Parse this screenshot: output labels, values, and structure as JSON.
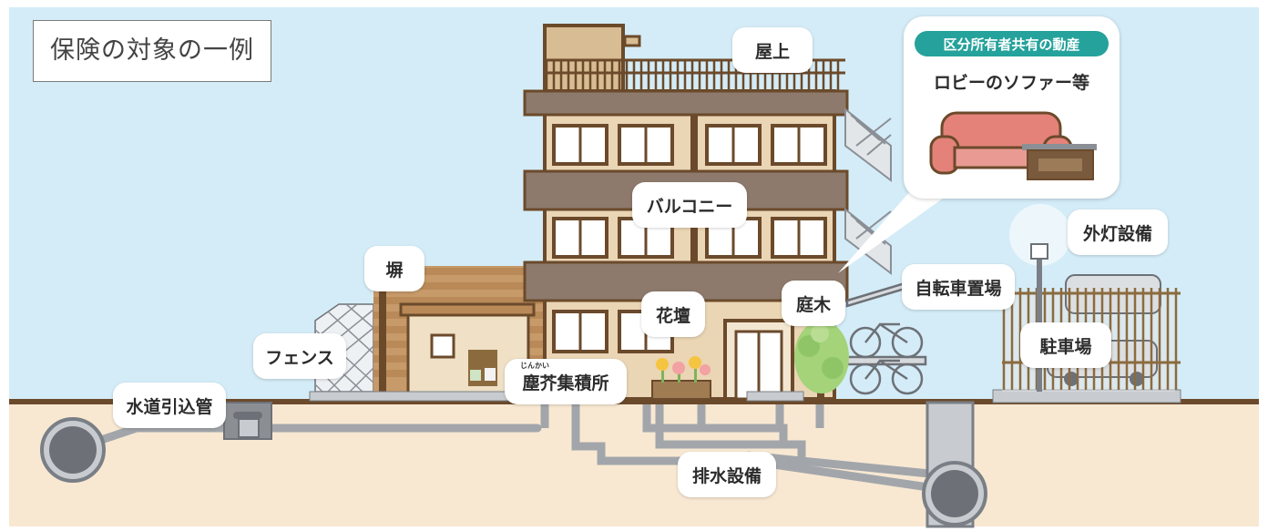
{
  "title": "保険の対象の一例",
  "labels": {
    "rooftop": "屋上",
    "balcony": "バルコニー",
    "wall": "塀",
    "fence": "フェンス",
    "flowerbed": "花壇",
    "garden_tree": "庭木",
    "bicycle_parking": "自転車置場",
    "outdoor_light": "外灯設備",
    "parking": "駐車場",
    "water_pipe": "水道引込管",
    "garbage_ruby": "じんかい",
    "garbage": "塵芥集積所",
    "drainage": "排水設備"
  },
  "callout": {
    "badge": "区分所有者共有の動産",
    "text": "ロビーのソファー等"
  },
  "colors": {
    "sky": "#d4ecf7",
    "ground": "#f8e8d2",
    "brown": "#6b4a2b",
    "wall": "#e9d4b5",
    "teal": "#25a29b",
    "sofa": "#e4827a"
  }
}
